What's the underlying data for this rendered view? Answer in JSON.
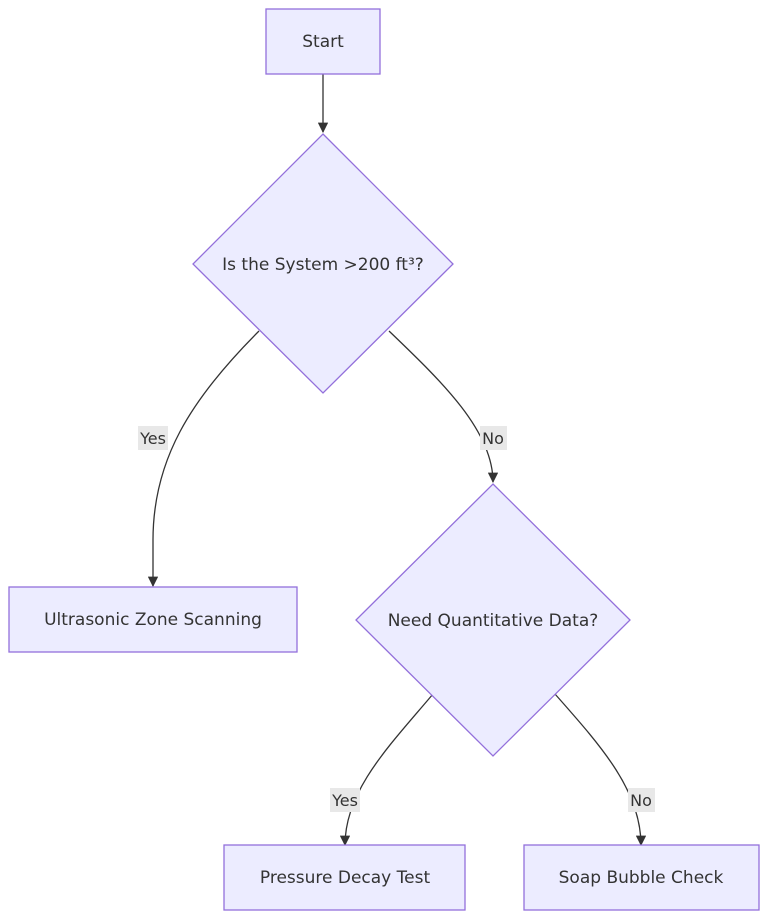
{
  "nodes": {
    "start": {
      "label": "Start"
    },
    "decision_system_size": {
      "label": "Is the System >200 ft³?"
    },
    "ultrasonic": {
      "label": "Ultrasonic Zone Scanning"
    },
    "decision_quantitative": {
      "label": "Need Quantitative Data?"
    },
    "pressure_decay": {
      "label": "Pressure Decay Test"
    },
    "soap_bubble": {
      "label": "Soap Bubble Check"
    }
  },
  "edges": {
    "size_yes": {
      "label": "Yes"
    },
    "size_no": {
      "label": "No"
    },
    "quant_yes": {
      "label": "Yes"
    },
    "quant_no": {
      "label": "No"
    }
  },
  "colors": {
    "node_fill": "#ececff",
    "node_stroke": "#9370db",
    "edge_stroke": "#333333",
    "label_bg": "#e8e8e8"
  }
}
